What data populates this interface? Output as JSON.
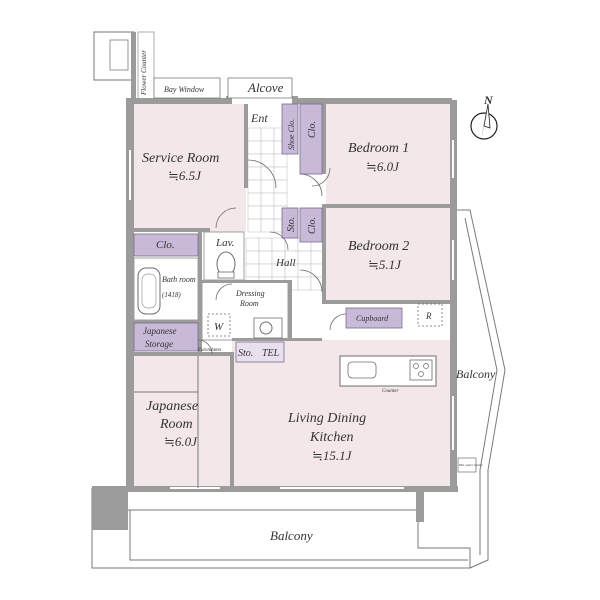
{
  "rooms": {
    "service_room": {
      "name": "Service Room",
      "size": "≒6.5J"
    },
    "bedroom1": {
      "name": "Bedroom 1",
      "size": "≒6.0J"
    },
    "bedroom2": {
      "name": "Bedroom 2",
      "size": "≒5.1J"
    },
    "ldk": {
      "name_line1": "Living Dining",
      "name_line2": "Kitchen",
      "size": "≒15.1J"
    },
    "japanese_room": {
      "name_line1": "Japanese",
      "name_line2": "Room",
      "size": "≒6.0J"
    }
  },
  "labels": {
    "alcove": "Alcove",
    "bay_window": "Bay Window",
    "flower_counter": "Flower Counter",
    "ent": "Ent",
    "shoe_clo": "Shoe Clo.",
    "clo": "Clo.",
    "sto": "Sto.",
    "lav": "Lav.",
    "hall": "Hall",
    "bath_room": "Bath room",
    "bath_size": "(1418)",
    "dressing_room_line1": "Dressing",
    "dressing_room_line2": "Room",
    "w": "W",
    "japanese_storage_line1": "Japanese",
    "japanese_storage_line2": "Storage",
    "futon": "Futondama",
    "tel": "TEL",
    "cupboard": "Cupboard",
    "r": "R",
    "counter": "Counter",
    "balcony_side": "Balcony",
    "balcony_bottom": "Balcony",
    "water_heater": "Hot water heater",
    "north": "N"
  },
  "colors": {
    "room_fill": "#f3e7e9",
    "wall": "#9b9b9b",
    "closet": "#c8b9d8"
  }
}
